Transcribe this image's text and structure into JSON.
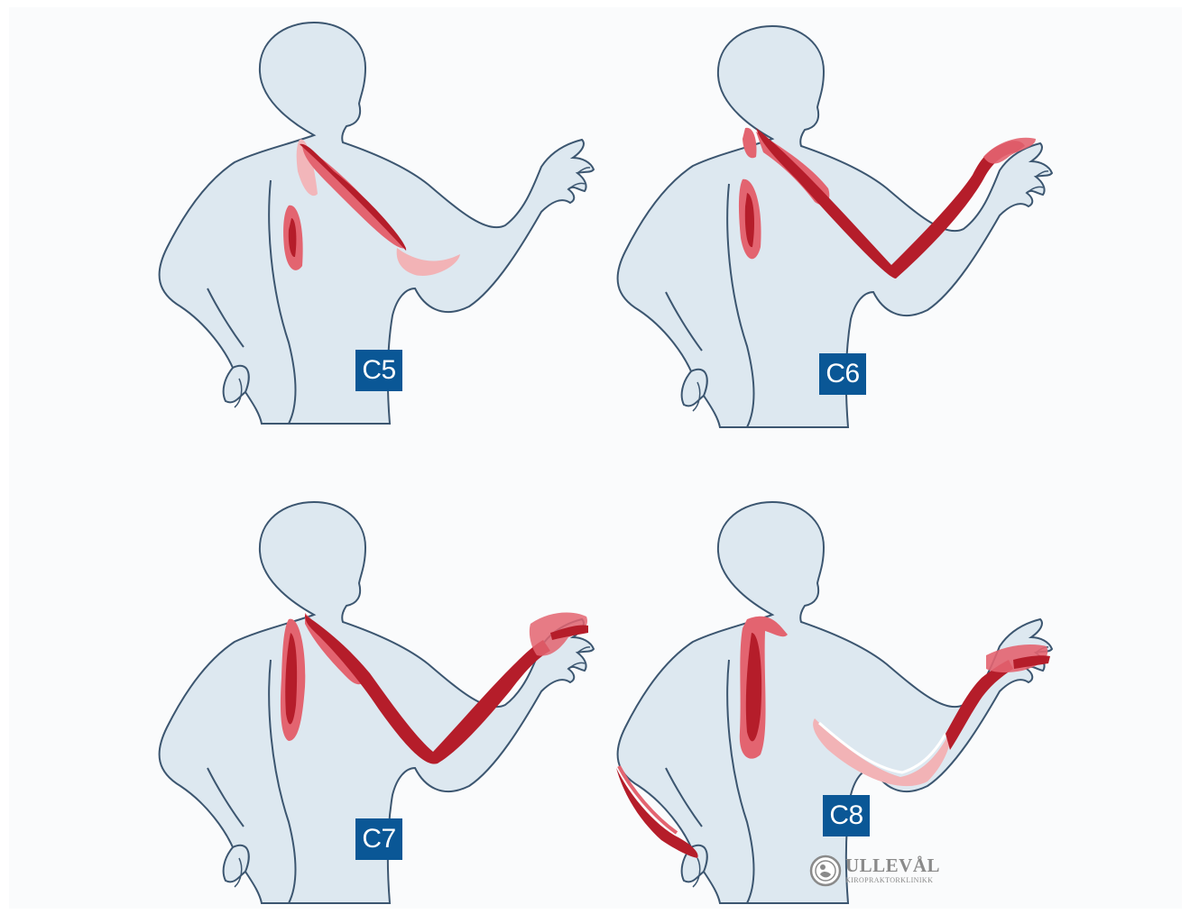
{
  "panels": [
    {
      "id": "c5",
      "label": "C5"
    },
    {
      "id": "c6",
      "label": "C6"
    },
    {
      "id": "c7",
      "label": "C7"
    },
    {
      "id": "c8",
      "label": "C8"
    }
  ],
  "logo": {
    "name": "ULLEVÅL",
    "subtitle": "KIROPRAKTORKLINIKK"
  },
  "colors": {
    "body_fill": "#dde8f0",
    "body_outline": "#3c5670",
    "dermatome_dark": "#b51d2a",
    "dermatome_mid": "#e36470",
    "dermatome_light": "#f2b3b6",
    "badge": "#0a5796"
  }
}
